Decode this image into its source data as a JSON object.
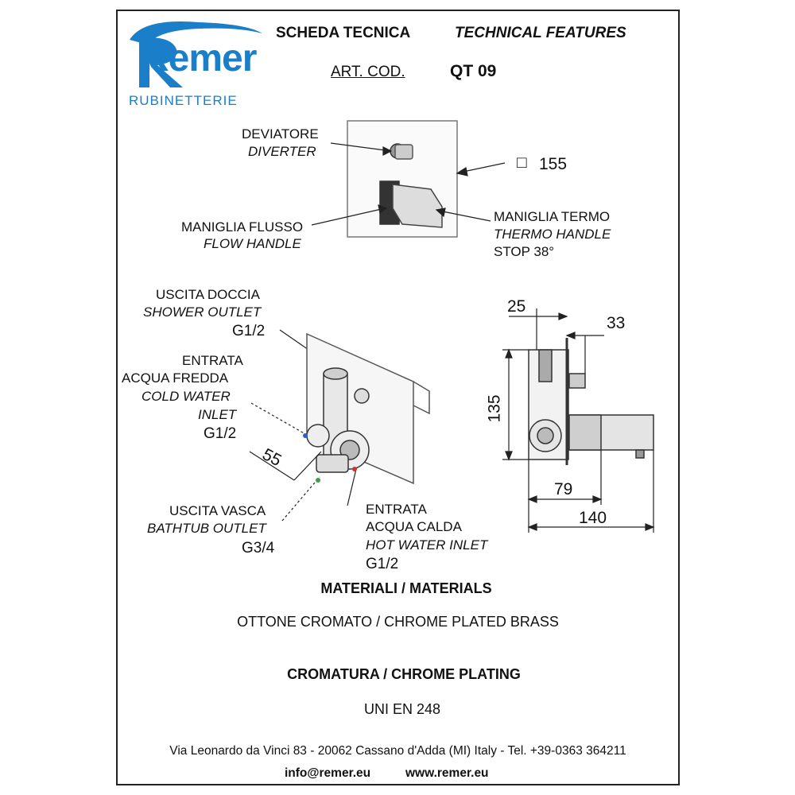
{
  "brand": {
    "name": "Remer",
    "tagline": "RUBINETTERIE",
    "blue": "#1a7fc8"
  },
  "header": {
    "title_it": "SCHEDA TECNICA",
    "title_en": "TECHNICAL FEATURES",
    "art_label": "ART. COD.",
    "art_code": "QT 09"
  },
  "front_view": {
    "diverter_it": "DEVIATORE",
    "diverter_en": "DIVERTER",
    "size_symbol": "□",
    "size": "155",
    "flow_it": "MANIGLIA FLUSSO",
    "flow_en": "FLOW HANDLE",
    "thermo_it": "MANIGLIA TERMO",
    "thermo_en": "THERMO HANDLE",
    "thermo_stop": "STOP 38°"
  },
  "iso_view": {
    "shower_it": "USCITA DOCCIA",
    "shower_en": "SHOWER OUTLET",
    "shower_size": "G1/2",
    "cold_it_1": "ENTRATA",
    "cold_it_2": "ACQUA FREDDA",
    "cold_en_1": "COLD WATER",
    "cold_en_2": "INLET",
    "cold_size": "G1/2",
    "dim_55": "55",
    "bath_it": "USCITA VASCA",
    "bath_en": "BATHTUB OUTLET",
    "bath_size": "G3/4",
    "hot_it_1": "ENTRATA",
    "hot_it_2": "ACQUA CALDA",
    "hot_en": "HOT WATER INLET",
    "hot_size": "G1/2"
  },
  "side_view": {
    "dim_25": "25",
    "dim_33": "33",
    "dim_135": "135",
    "dim_79": "79",
    "dim_140": "140"
  },
  "materials": {
    "heading": "MATERIALI / MATERIALS",
    "value": "OTTONE CROMATO / CHROME PLATED BRASS",
    "plating_heading": "CROMATURA / CHROME PLATING",
    "plating_value": "UNI EN 248"
  },
  "footer": {
    "address": "Via Leonardo da Vinci 83 - 20062 Cassano d'Adda (MI) Italy - Tel. +39-0363 364211",
    "email": "info@remer.eu",
    "website": "www.remer.eu"
  }
}
